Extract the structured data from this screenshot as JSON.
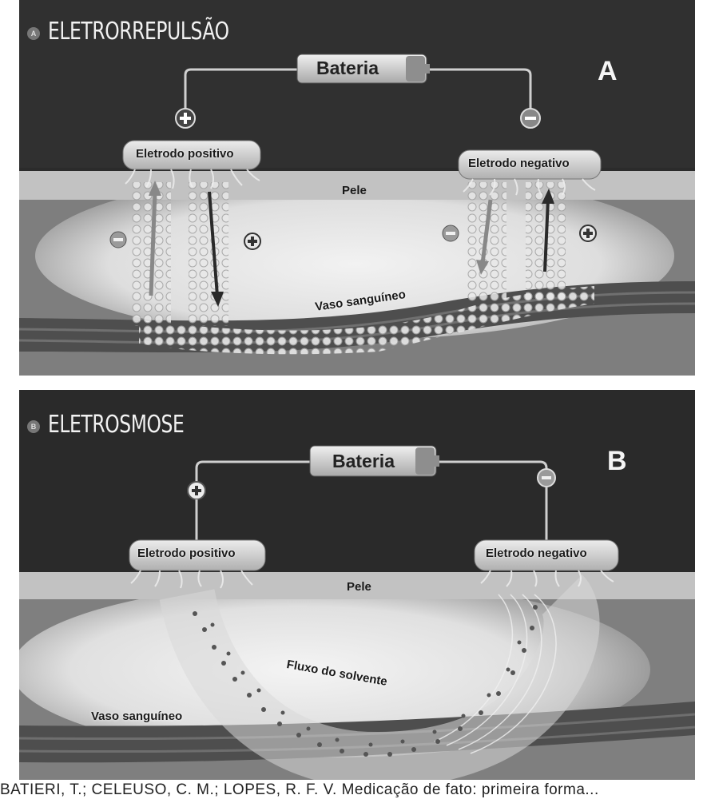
{
  "panel_a": {
    "badge": "A",
    "title": "ELETRORREPULSÃO",
    "letter": "A",
    "battery": "Bateria",
    "electrode_positive": "Eletrodo positivo",
    "electrode_negative": "Eletrodo negativo",
    "skin": "Pele",
    "vessel": "Vaso sanguíneo"
  },
  "panel_b": {
    "badge": "B",
    "title": "ELETROSMOSE",
    "letter": "B",
    "battery": "Bateria",
    "electrode_positive": "Eletrodo positivo",
    "electrode_negative": "Eletrodo negativo",
    "skin": "Pele",
    "solvent_flow": "Fluxo do solvente",
    "vessel": "Vaso sanguíneo"
  },
  "caption": "BATIERI, T.; CELEUSO, C. M.; LOPES, R. F. V. Medicação de fato: primeira forma...",
  "colors": {
    "background_dark": "#2a2a2a",
    "skin": "#bdbdbd",
    "tissue": "#8a8a8a",
    "tissue_light": "#e6e6e6",
    "vessel": "#505050",
    "electrode": "#d4d4d4"
  }
}
